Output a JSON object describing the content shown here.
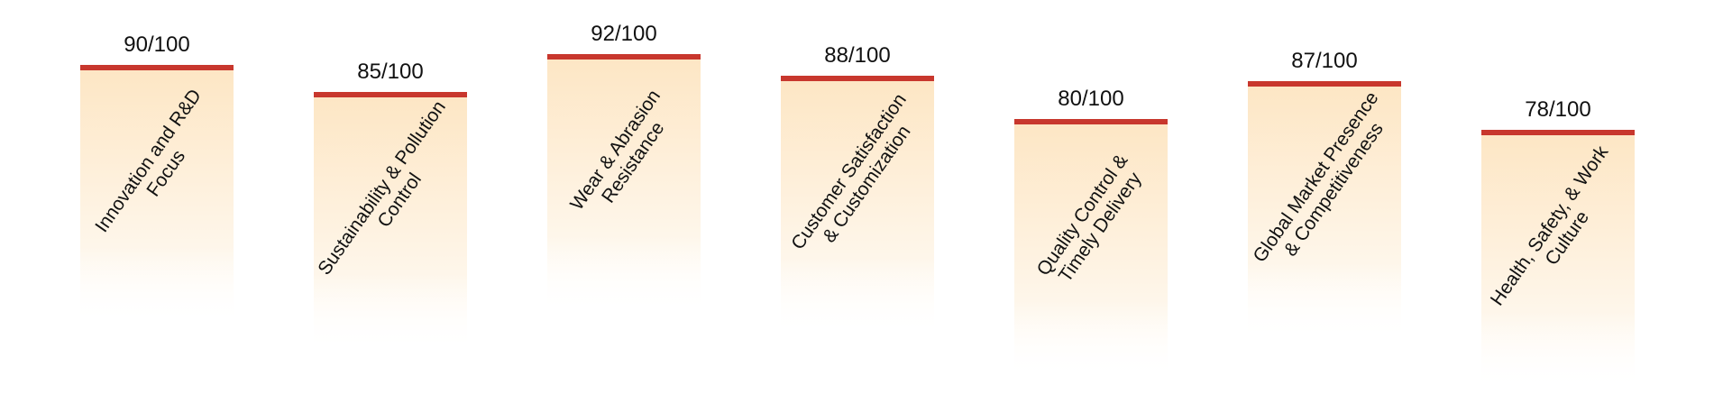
{
  "chart_data": {
    "type": "bar",
    "title": "",
    "xlabel": "",
    "ylabel": "",
    "ylim": [
      0,
      100
    ],
    "score_suffix": "/100",
    "categories": [
      [
        "Innovation and R&D",
        "Focus"
      ],
      [
        "Sustainability & Pollution",
        "Control"
      ],
      [
        "Wear & Abrasion",
        "Resistance"
      ],
      [
        "Customer Satisfaction",
        "& Customization"
      ],
      [
        "Quality Control &",
        "Timely Delivery"
      ],
      [
        "Global Market Presence",
        "& Competitiveness"
      ],
      [
        "Health, Safety, & Work",
        "Culture"
      ]
    ],
    "values": [
      90,
      85,
      92,
      88,
      80,
      87,
      78
    ],
    "colors": {
      "accent_line": "#c8372d",
      "fill_top": "#fde6c4",
      "fill_bottom": "#ffffff",
      "text": "#111111"
    }
  }
}
